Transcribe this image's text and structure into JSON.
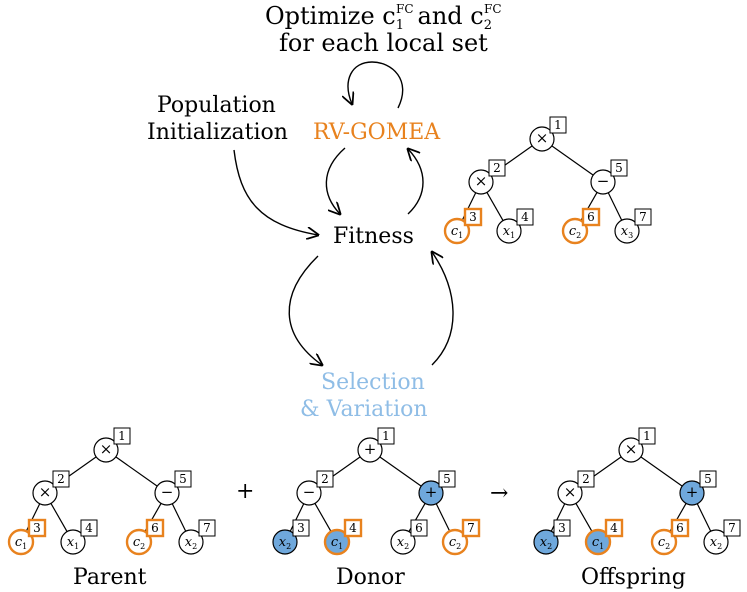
{
  "labels": {
    "optimize_line1": "Optimize c",
    "optimize_sub1": "1",
    "optimize_sup": "FC",
    "optimize_and": "and c",
    "optimize_sub2": "2",
    "optimize_line2": "for each local set",
    "pop_init_line1": "Population",
    "pop_init_line2": "Initialization",
    "rv_gomea": "RV-GOMEA",
    "fitness": "Fitness",
    "selection_line1": "Selection",
    "selection_line2": "& Variation",
    "parent": "Parent",
    "donor": "Donor",
    "offspring": "Offspring",
    "plus_sign": "+",
    "arrow_sign": "→"
  },
  "colors": {
    "orange": "#e8821e",
    "blue": "#6fa8dc",
    "light_blue": "#8fbde6",
    "black": "#000000"
  },
  "trees": {
    "top_right": {
      "nodes": [
        {
          "idx": "1",
          "text": "×",
          "kind": "op"
        },
        {
          "idx": "2",
          "text": "×",
          "kind": "op"
        },
        {
          "idx": "5",
          "text": "−",
          "kind": "op"
        },
        {
          "idx": "3",
          "text": "c",
          "sub": "1",
          "kind": "const"
        },
        {
          "idx": "4",
          "text": "x",
          "sub": "1",
          "kind": "var"
        },
        {
          "idx": "6",
          "text": "c",
          "sub": "2",
          "kind": "const"
        },
        {
          "idx": "7",
          "text": "x",
          "sub": "3",
          "kind": "var"
        }
      ]
    },
    "parent": {
      "nodes": [
        {
          "idx": "1",
          "text": "×",
          "kind": "op"
        },
        {
          "idx": "2",
          "text": "×",
          "kind": "op"
        },
        {
          "idx": "5",
          "text": "−",
          "kind": "op"
        },
        {
          "idx": "3",
          "text": "c",
          "sub": "1",
          "kind": "const"
        },
        {
          "idx": "4",
          "text": "x",
          "sub": "1",
          "kind": "var"
        },
        {
          "idx": "6",
          "text": "c",
          "sub": "2",
          "kind": "const"
        },
        {
          "idx": "7",
          "text": "x",
          "sub": "2",
          "kind": "var"
        }
      ]
    },
    "donor": {
      "nodes": [
        {
          "idx": "1",
          "text": "+",
          "kind": "op"
        },
        {
          "idx": "2",
          "text": "−",
          "kind": "op"
        },
        {
          "idx": "5",
          "text": "+",
          "kind": "op-blue"
        },
        {
          "idx": "3",
          "text": "x",
          "sub": "2",
          "kind": "var-blue"
        },
        {
          "idx": "4",
          "text": "c",
          "sub": "1",
          "kind": "const-blue"
        },
        {
          "idx": "6",
          "text": "x",
          "sub": "2",
          "kind": "var"
        },
        {
          "idx": "7",
          "text": "c",
          "sub": "2",
          "kind": "const"
        }
      ]
    },
    "offspring": {
      "nodes": [
        {
          "idx": "1",
          "text": "×",
          "kind": "op"
        },
        {
          "idx": "2",
          "text": "×",
          "kind": "op"
        },
        {
          "idx": "5",
          "text": "+",
          "kind": "op-blue"
        },
        {
          "idx": "3",
          "text": "x",
          "sub": "2",
          "kind": "var-blue"
        },
        {
          "idx": "4",
          "text": "c",
          "sub": "1",
          "kind": "const-blue"
        },
        {
          "idx": "6",
          "text": "c",
          "sub": "2",
          "kind": "const"
        },
        {
          "idx": "7",
          "text": "x",
          "sub": "2",
          "kind": "var"
        }
      ]
    }
  }
}
